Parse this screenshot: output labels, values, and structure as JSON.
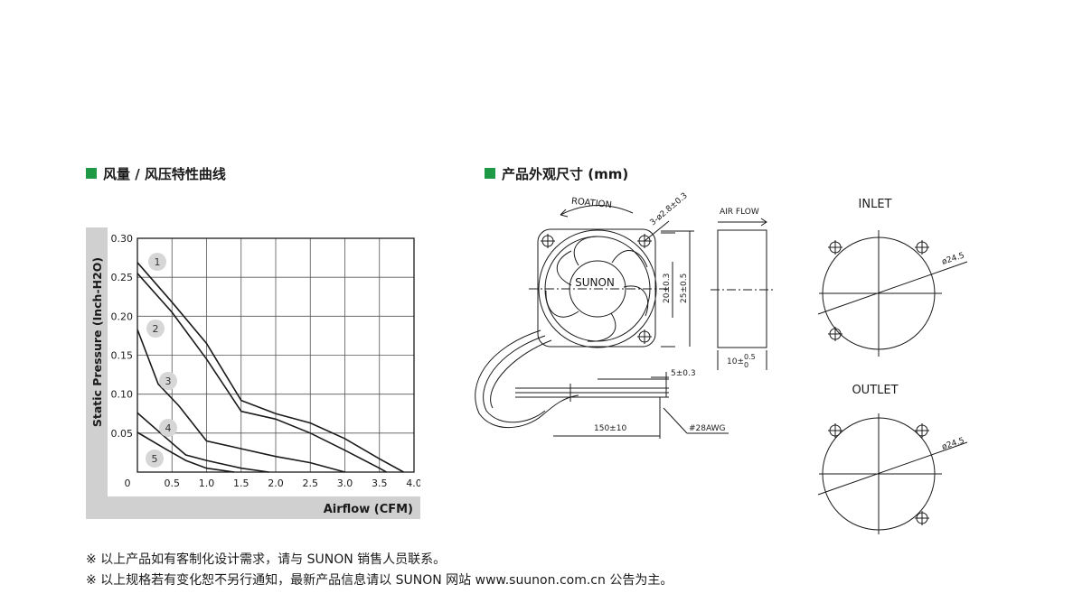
{
  "sections": {
    "curve_title": "风量 / 风压特性曲线",
    "dimension_title": "产品外观尺寸 (mm)"
  },
  "colors": {
    "accent": "#1e9a46",
    "panel": "#d0d0d0"
  },
  "chart_data": {
    "type": "line",
    "xlabel": "Airflow (CFM)",
    "ylabel": "Static Pressure (Inch-H2O)",
    "xlim": [
      0,
      4.0
    ],
    "ylim": [
      0,
      0.3
    ],
    "x_ticks": [
      "0",
      "0.5",
      "1.0",
      "1.5",
      "2.0",
      "2.5",
      "3.0",
      "3.5",
      "4.0"
    ],
    "y_ticks": [
      "0.05",
      "0.10",
      "0.15",
      "0.20",
      "0.25",
      "0.30"
    ],
    "grid": true,
    "series": [
      {
        "name": "1",
        "points": [
          [
            0,
            0.269
          ],
          [
            0.5,
            0.218
          ],
          [
            1.0,
            0.165
          ],
          [
            1.5,
            0.092
          ],
          [
            2.0,
            0.075
          ],
          [
            2.5,
            0.063
          ],
          [
            3.0,
            0.043
          ],
          [
            3.5,
            0.017
          ],
          [
            3.85,
            0
          ]
        ]
      },
      {
        "name": "2",
        "points": [
          [
            0,
            0.255
          ],
          [
            0.5,
            0.205
          ],
          [
            1.0,
            0.145
          ],
          [
            1.5,
            0.078
          ],
          [
            2.0,
            0.068
          ],
          [
            2.5,
            0.05
          ],
          [
            3.0,
            0.028
          ],
          [
            3.5,
            0.005
          ],
          [
            3.6,
            0
          ]
        ]
      },
      {
        "name": "3",
        "points": [
          [
            0,
            0.183
          ],
          [
            0.3,
            0.113
          ],
          [
            0.6,
            0.085
          ],
          [
            1.0,
            0.04
          ],
          [
            1.5,
            0.03
          ],
          [
            2.0,
            0.02
          ],
          [
            2.5,
            0.012
          ],
          [
            3.0,
            0
          ]
        ]
      },
      {
        "name": "4",
        "points": [
          [
            0,
            0.076
          ],
          [
            0.4,
            0.045
          ],
          [
            0.7,
            0.022
          ],
          [
            1.0,
            0.015
          ],
          [
            1.5,
            0.005
          ],
          [
            1.9,
            0
          ]
        ]
      },
      {
        "name": "5",
        "points": [
          [
            0,
            0.051
          ],
          [
            0.4,
            0.03
          ],
          [
            0.7,
            0.015
          ],
          [
            1.0,
            0.005
          ],
          [
            1.4,
            0
          ]
        ]
      }
    ]
  },
  "drawing": {
    "rotation_label": "ROATION",
    "hole_label": "3-ø2.8±0.3",
    "brand": "SUNON",
    "airflow_label": "AIR FLOW",
    "dim_20": "20±0.3",
    "dim_25": "25±0.5",
    "dim_10": "10±",
    "dim_10_upper": "0.5",
    "dim_10_lower": "0",
    "dim_5": "5±0.3",
    "dim_150": "150±10",
    "wire_label": "#28AWG",
    "inlet_label": "INLET",
    "outlet_label": "OUTLET",
    "inlet_dia": "ø24.5",
    "outlet_dia": "ø24.5"
  },
  "notes": [
    "※ 以上产品如有客制化设计需求，请与 SUNON 销售人员联系。",
    "※ 以上规格若有变化恕不另行通知，最新产品信息请以 SUNON 网站 www.suunon.com.cn 公告为主。"
  ]
}
